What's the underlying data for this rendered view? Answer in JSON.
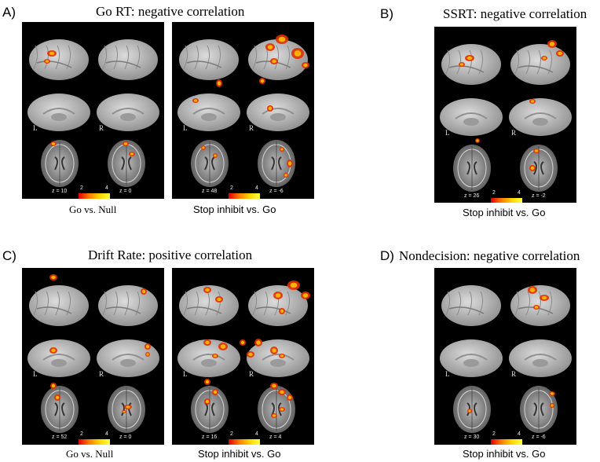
{
  "panels": {
    "A": {
      "letter": "A)",
      "title": "Go RT: negative correlation",
      "left_caption": "Go vs. Null",
      "right_caption": "Stop inhibit vs. Go",
      "left_z": [
        "z = 10",
        "z = 0"
      ],
      "right_z": [
        "z = 48",
        "z = -6"
      ]
    },
    "B": {
      "letter": "B)",
      "title": "SSRT: negative correlation",
      "caption": "Stop inhibit vs. Go",
      "z": [
        "z = 26",
        "z = -2"
      ]
    },
    "C": {
      "letter": "C)",
      "title": "Drift Rate: positive correlation",
      "left_caption": "Go vs. Null",
      "right_caption": "Stop inhibit vs. Go",
      "left_z": [
        "z = 52",
        "z = 0"
      ],
      "right_z": [
        "z = 16",
        "z = 4"
      ]
    },
    "D": {
      "letter": "D)",
      "title": "Nondecision: negative correlation",
      "caption": "Stop inhibit vs. Go",
      "z": [
        "z = 30",
        "z = -6"
      ]
    }
  },
  "orientation": {
    "left": "L",
    "right": "R"
  },
  "colorbar": {
    "min": "2",
    "max": "4",
    "colors": [
      "#e00000",
      "#ff7a00",
      "#ffd500",
      "#ffff40"
    ]
  },
  "icons": [
    "brain-lateral-surface",
    "brain-medial-surface",
    "brain-axial-slice"
  ]
}
